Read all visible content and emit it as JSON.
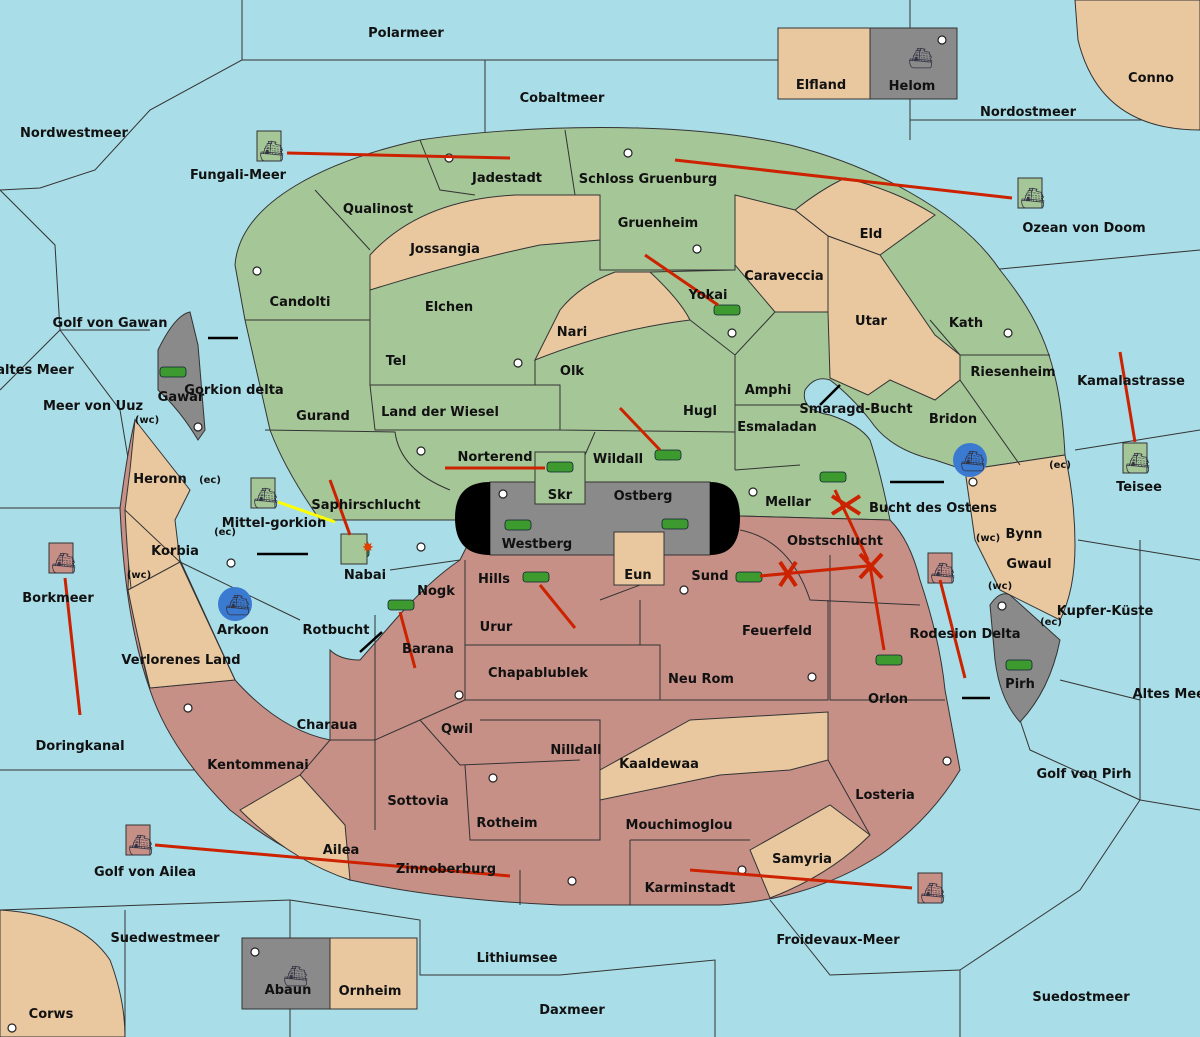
{
  "colors": {
    "sea": "#a9dde7",
    "green_power": "#a5c697",
    "red_power": "#c69087",
    "neutral": "#e9c8a0",
    "impassable": "#8a8a8a",
    "order_arrow": "#cc2200",
    "support_line": "#ffff00"
  },
  "icons": {
    "army": "tank-icon",
    "fleet": "ship-icon",
    "supply_center": "supply-center-dot",
    "dislodged": "explosion-icon",
    "failed_order": "x-mark-icon"
  },
  "sea_regions": [
    "Polarmeer",
    "Cobaltmeer",
    "Nordwestmeer",
    "Nordostmeer",
    "Fungali-Meer",
    "Ozean von Doom",
    "Golf von Gawan",
    "Kaltes Meer",
    "Meer von Uuz",
    "Mittel-gorkion",
    "Borkmeer",
    "Doringkanal",
    "Golf von Ailea",
    "Kamalastrasse",
    "Teisee",
    "Bucht des Ostens",
    "Kupfer-Küste",
    "Altes Meer",
    "Golf von Pirh",
    "Suedwestmeer",
    "Lithiumsee",
    "Froidevaux-Meer",
    "Suedostmeer",
    "Daxmeer",
    "Smaragd-Bucht",
    "Gorkion delta",
    "Rodesion Delta",
    "Rotbucht"
  ],
  "green_territories": [
    "Jadestadt",
    "Schloss Gruenburg",
    "Qualinost",
    "Gruenheim",
    "Jossangia",
    "Caraveccia",
    "Eld",
    "Candolti",
    "Elchen",
    "Yokai",
    "Nari",
    "Utar",
    "Kath",
    "Tel",
    "Olk",
    "Amphi",
    "Riesenheim",
    "Gurand",
    "Land der Wiesel",
    "Hugl",
    "Bridon",
    "Esmaladan",
    "Norterend",
    "Wildall",
    "Skr",
    "Saphirschlucht",
    "Mellar"
  ],
  "red_territories": [
    "Westberg",
    "Ostberg",
    "Obstschlucht",
    "Nabai",
    "Nogk",
    "Hills",
    "Eun",
    "Sund",
    "Arkoon",
    "Barana",
    "Urur",
    "Feuerfeld",
    "Chapablublek",
    "Neu Rom",
    "Orlon",
    "Charaua",
    "Qwil",
    "Nilldall",
    "Kentommenai",
    "Sottovia",
    "Rotheim",
    "Losteria",
    "Mouchimoglou",
    "Zinnoberburg",
    "Karminstadt"
  ],
  "neutral_territories": [
    "Elfland",
    "Conno",
    "Heronn",
    "Korbia",
    "Verlorenes Land",
    "Kaaldewaa",
    "Samyria",
    "Ailea",
    "Bynn",
    "Gwaul",
    "Ornheim",
    "Corws"
  ],
  "impassable": [
    "Helom",
    "Gawar",
    "Pirh",
    "Abaun"
  ],
  "coast_tags": [
    "(wc)",
    "(ec)",
    "(ec)",
    "(wc)",
    "(ec)",
    "(wc)",
    "(ec)",
    "(wc)"
  ]
}
